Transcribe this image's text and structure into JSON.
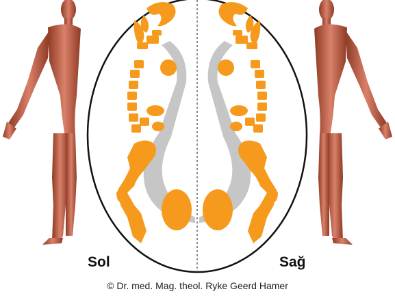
{
  "labels": {
    "left": "Sol",
    "right": "Sağ"
  },
  "copyright": "© Dr. med. Mag. theol. Ryke Geerd Hamer",
  "colors": {
    "relay": "#f59a1c",
    "medulla": "#c6c6c6",
    "outline": "#111111",
    "skin": "#b85a3c"
  }
}
